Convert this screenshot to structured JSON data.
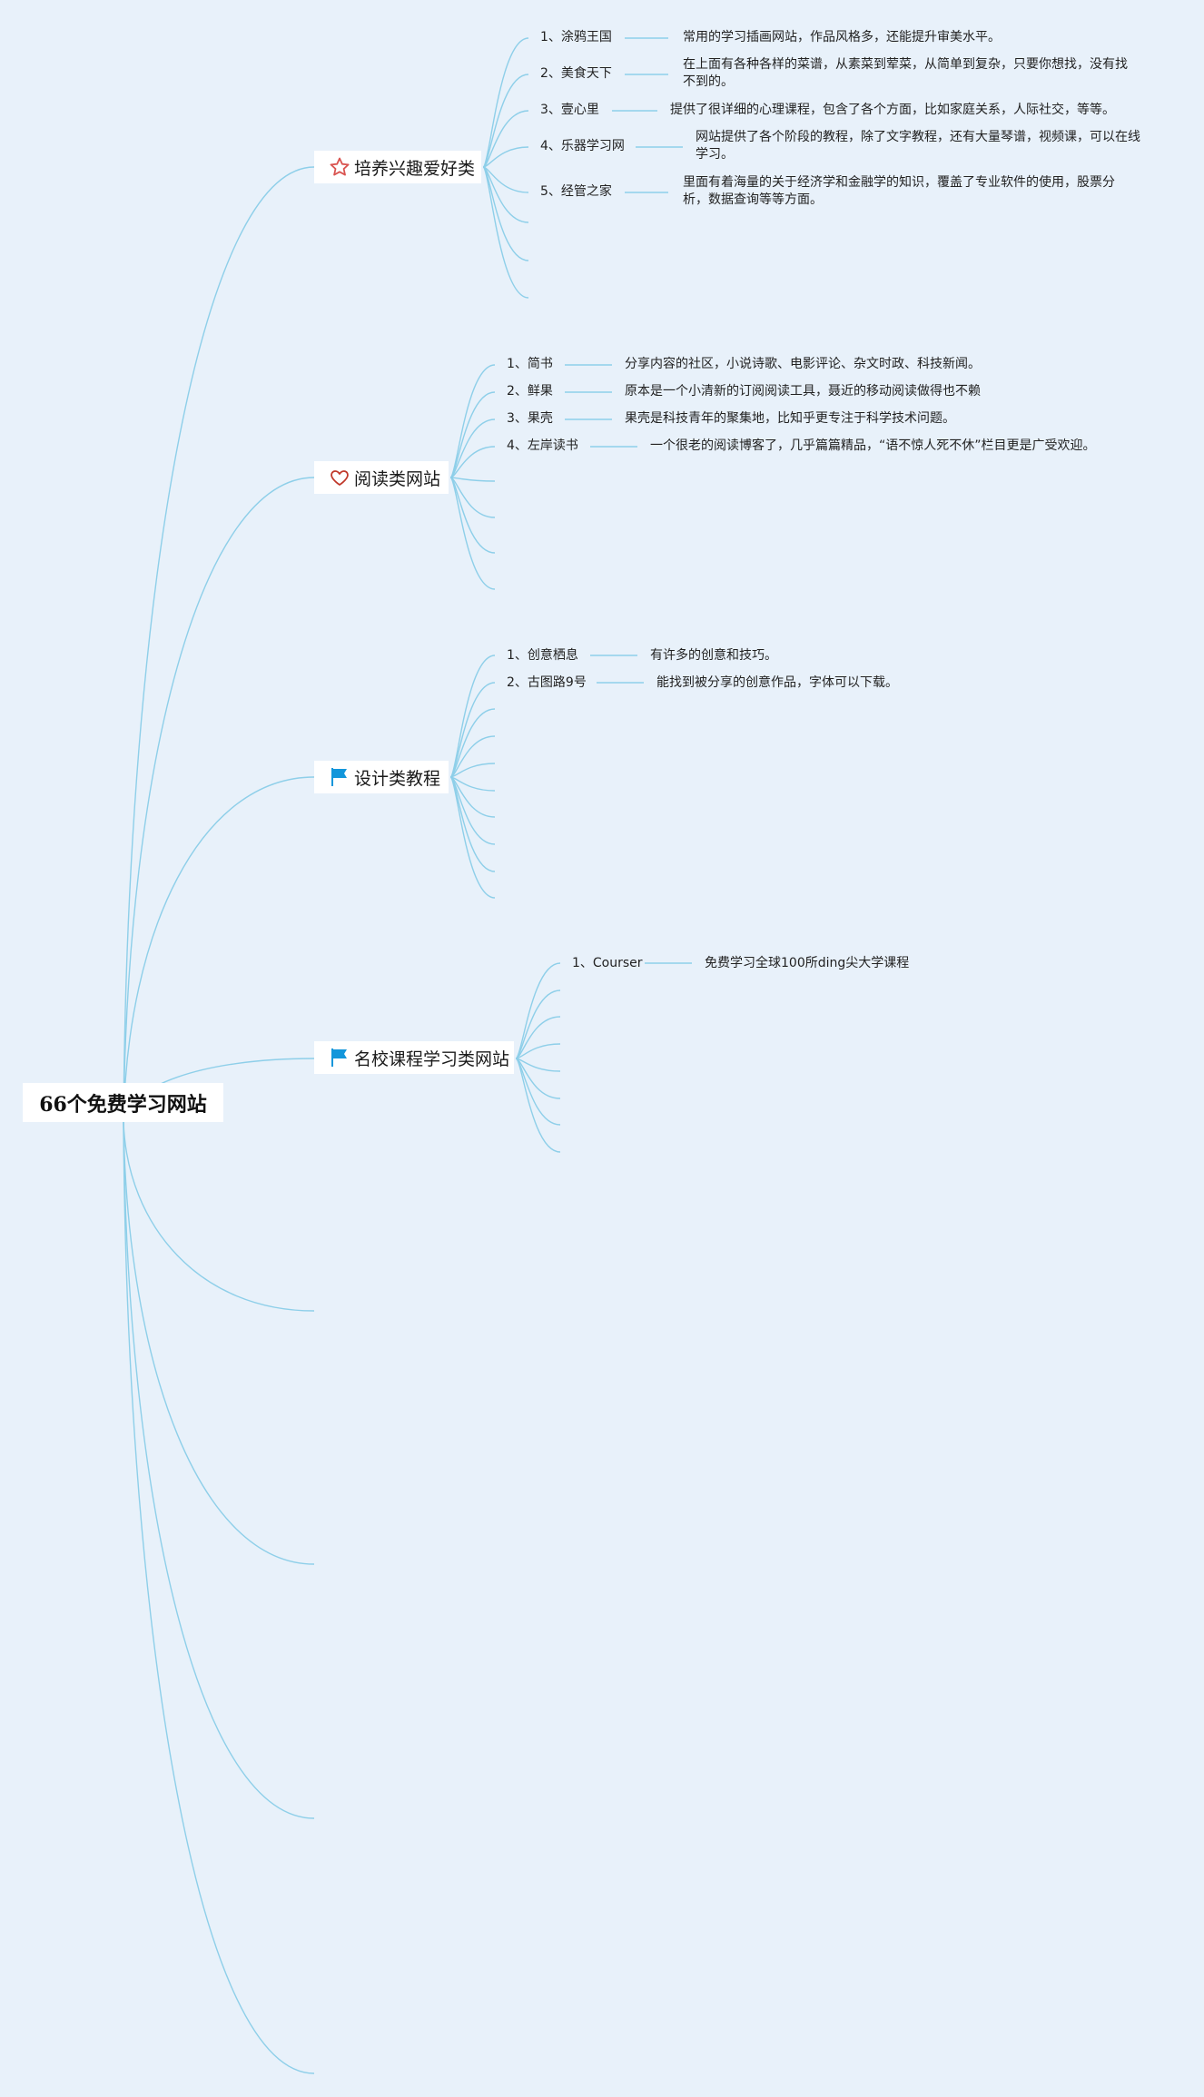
{
  "root": {
    "title": "66个免费学习网站"
  },
  "branches": [
    {
      "label": "培养兴趣爱好类",
      "icon": "star-icon",
      "items": [
        {
          "title": "1、涂鸦王国",
          "desc": "常用的学习插画网站，作品风格多，还能提升审美水平。"
        },
        {
          "title": "2、美食天下",
          "desc": "在上面有各种各样的菜谱，从素菜到荤菜，从简单到复杂，只要你想找，没有找不到的。"
        },
        {
          "title": "3、壹心里",
          "desc": "提供了很详细的心理课程，包含了各个方面，比如家庭关系，人际社交，等等。"
        },
        {
          "title": "4、乐器学习网",
          "desc": "网站提供了各个阶段的教程，除了文字教程，还有大量琴谱，视频课，可以在线学习。"
        },
        {
          "title": "5、经管之家",
          "desc": "里面有着海量的关于经济学和金融学的知识，覆盖了专业软件的使用，股票分析，数据查询等等方面。"
        }
      ]
    },
    {
      "label": "阅读类网站",
      "icon": "heart-icon",
      "items": [
        {
          "title": "1、简书",
          "desc": "分享内容的社区，小说诗歌、电影评论、杂文时政、科技新闻。"
        },
        {
          "title": "2、鲜果",
          "desc": "原本是一个小清新的订阅阅读工具，聂近的移动阅读做得也不赖"
        },
        {
          "title": "3、果壳",
          "desc": "果壳是科技青年的聚集地，比知乎更专注于科学技术问题。"
        },
        {
          "title": "4、左岸读书",
          "desc": "一个很老的阅读博客了，几乎篇篇精品，“语不惊人死不休”栏目更是广受欢迎。"
        }
      ]
    },
    {
      "label": "设计类教程",
      "icon": "flag-icon",
      "items": [
        {
          "title": "1、创意栖息",
          "desc": "有许多的创意和技巧。"
        },
        {
          "title": "2、古图路9号",
          "desc": "能找到被分享的创意作品，字体可以下载。"
        }
      ]
    },
    {
      "label": "名校课程学习类网站",
      "icon": "flag-icon",
      "items": [
        {
          "title": "1、Courser",
          "desc": "免费学习全球100所ding尖大学课程"
        }
      ]
    }
  ],
  "colors": {
    "background": "#e8f1fa",
    "link": "#8ecfe9",
    "star": "#d9534f",
    "heart": "#c0392b",
    "flag": "#1296db"
  }
}
